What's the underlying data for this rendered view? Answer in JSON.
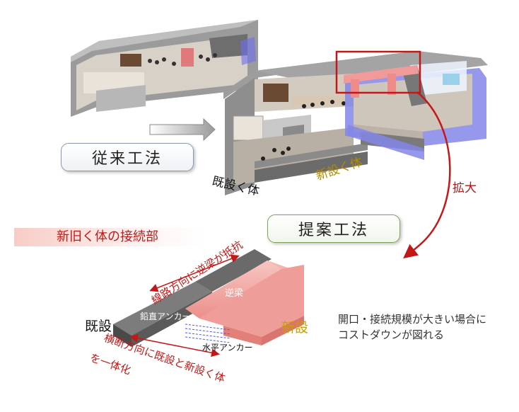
{
  "methods": {
    "conventional": "従来工法",
    "proposed": "提案工法"
  },
  "structure": {
    "existing_body": "既設く体",
    "new_body": "新設く体",
    "zoom": "拡大"
  },
  "junction": {
    "heading": "新旧く体の接続部",
    "existing": "既設",
    "new": "新設",
    "inverted_beam": "逆梁",
    "vertical_anchor": "鉛直アンカー",
    "horizontal_anchor": "水平アンカー",
    "longitudinal_note": "線路方向に逆梁が抵抗",
    "transverse_note_line1": "横断方向に既設と新設く体",
    "transverse_note_line2": "を一体化"
  },
  "benefit": {
    "line1": "開口・接続規模が大きい場合に",
    "line2": "コストダウンが図れる"
  },
  "colors": {
    "accent_red": "#c41818",
    "new_body_yellow": "#b58a00",
    "new_label_yellow": "#c8a000",
    "beam_pink": "#f2a0a0",
    "existing_concrete": "#5a5a5a",
    "new_wall_purple": "#8c8ee8",
    "conventional_border": "#8a9aad",
    "proposed_border": "#7fa25c"
  }
}
